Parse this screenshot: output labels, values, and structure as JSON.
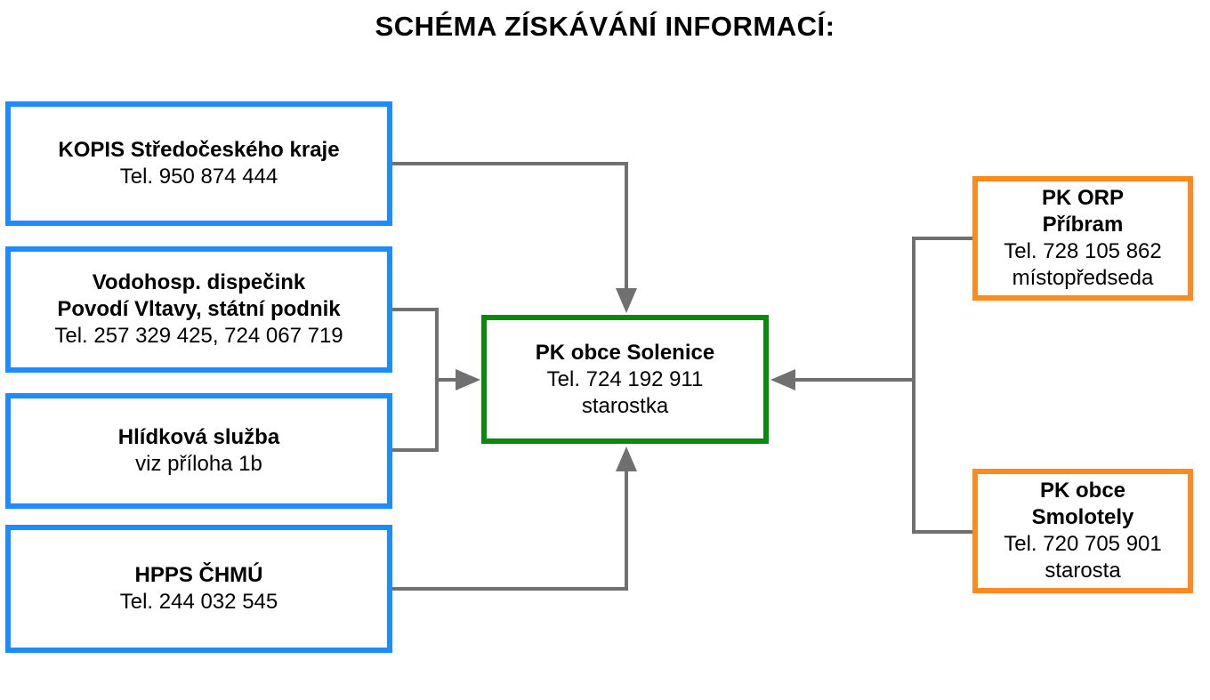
{
  "title": "SCHÉMA ZÍSKÁVÁNÍ INFORMACÍ:",
  "colors": {
    "source_border": "#1E8BFF",
    "center_border": "#0A8A0A",
    "partner_border": "#FF8A1E",
    "connector": "#707070"
  },
  "sources": [
    {
      "name": "KOPIS Středočeského kraje",
      "detail": "Tel. 950 874 444"
    },
    {
      "name_line1": "Vodohosp. dispečink",
      "name_line2": "Povodí Vltavy, státní podnik",
      "detail": "Tel. 257 329 425, 724 067 719"
    },
    {
      "name": "Hlídková služba",
      "detail": "viz příloha 1b"
    },
    {
      "name": "HPPS ČHMÚ",
      "detail": "Tel. 244 032 545"
    }
  ],
  "center": {
    "name": "PK obce Solenice",
    "phone": "Tel. 724 192 911",
    "role": "starostka"
  },
  "partners": [
    {
      "name_line1": "PK ORP",
      "name_line2": "Příbram",
      "phone": "Tel. 728 105 862",
      "role": "místopředseda"
    },
    {
      "name_line1": "PK obce",
      "name_line2": "Smolotely",
      "phone": "Tel. 720 705 901",
      "role": "starosta"
    }
  ]
}
